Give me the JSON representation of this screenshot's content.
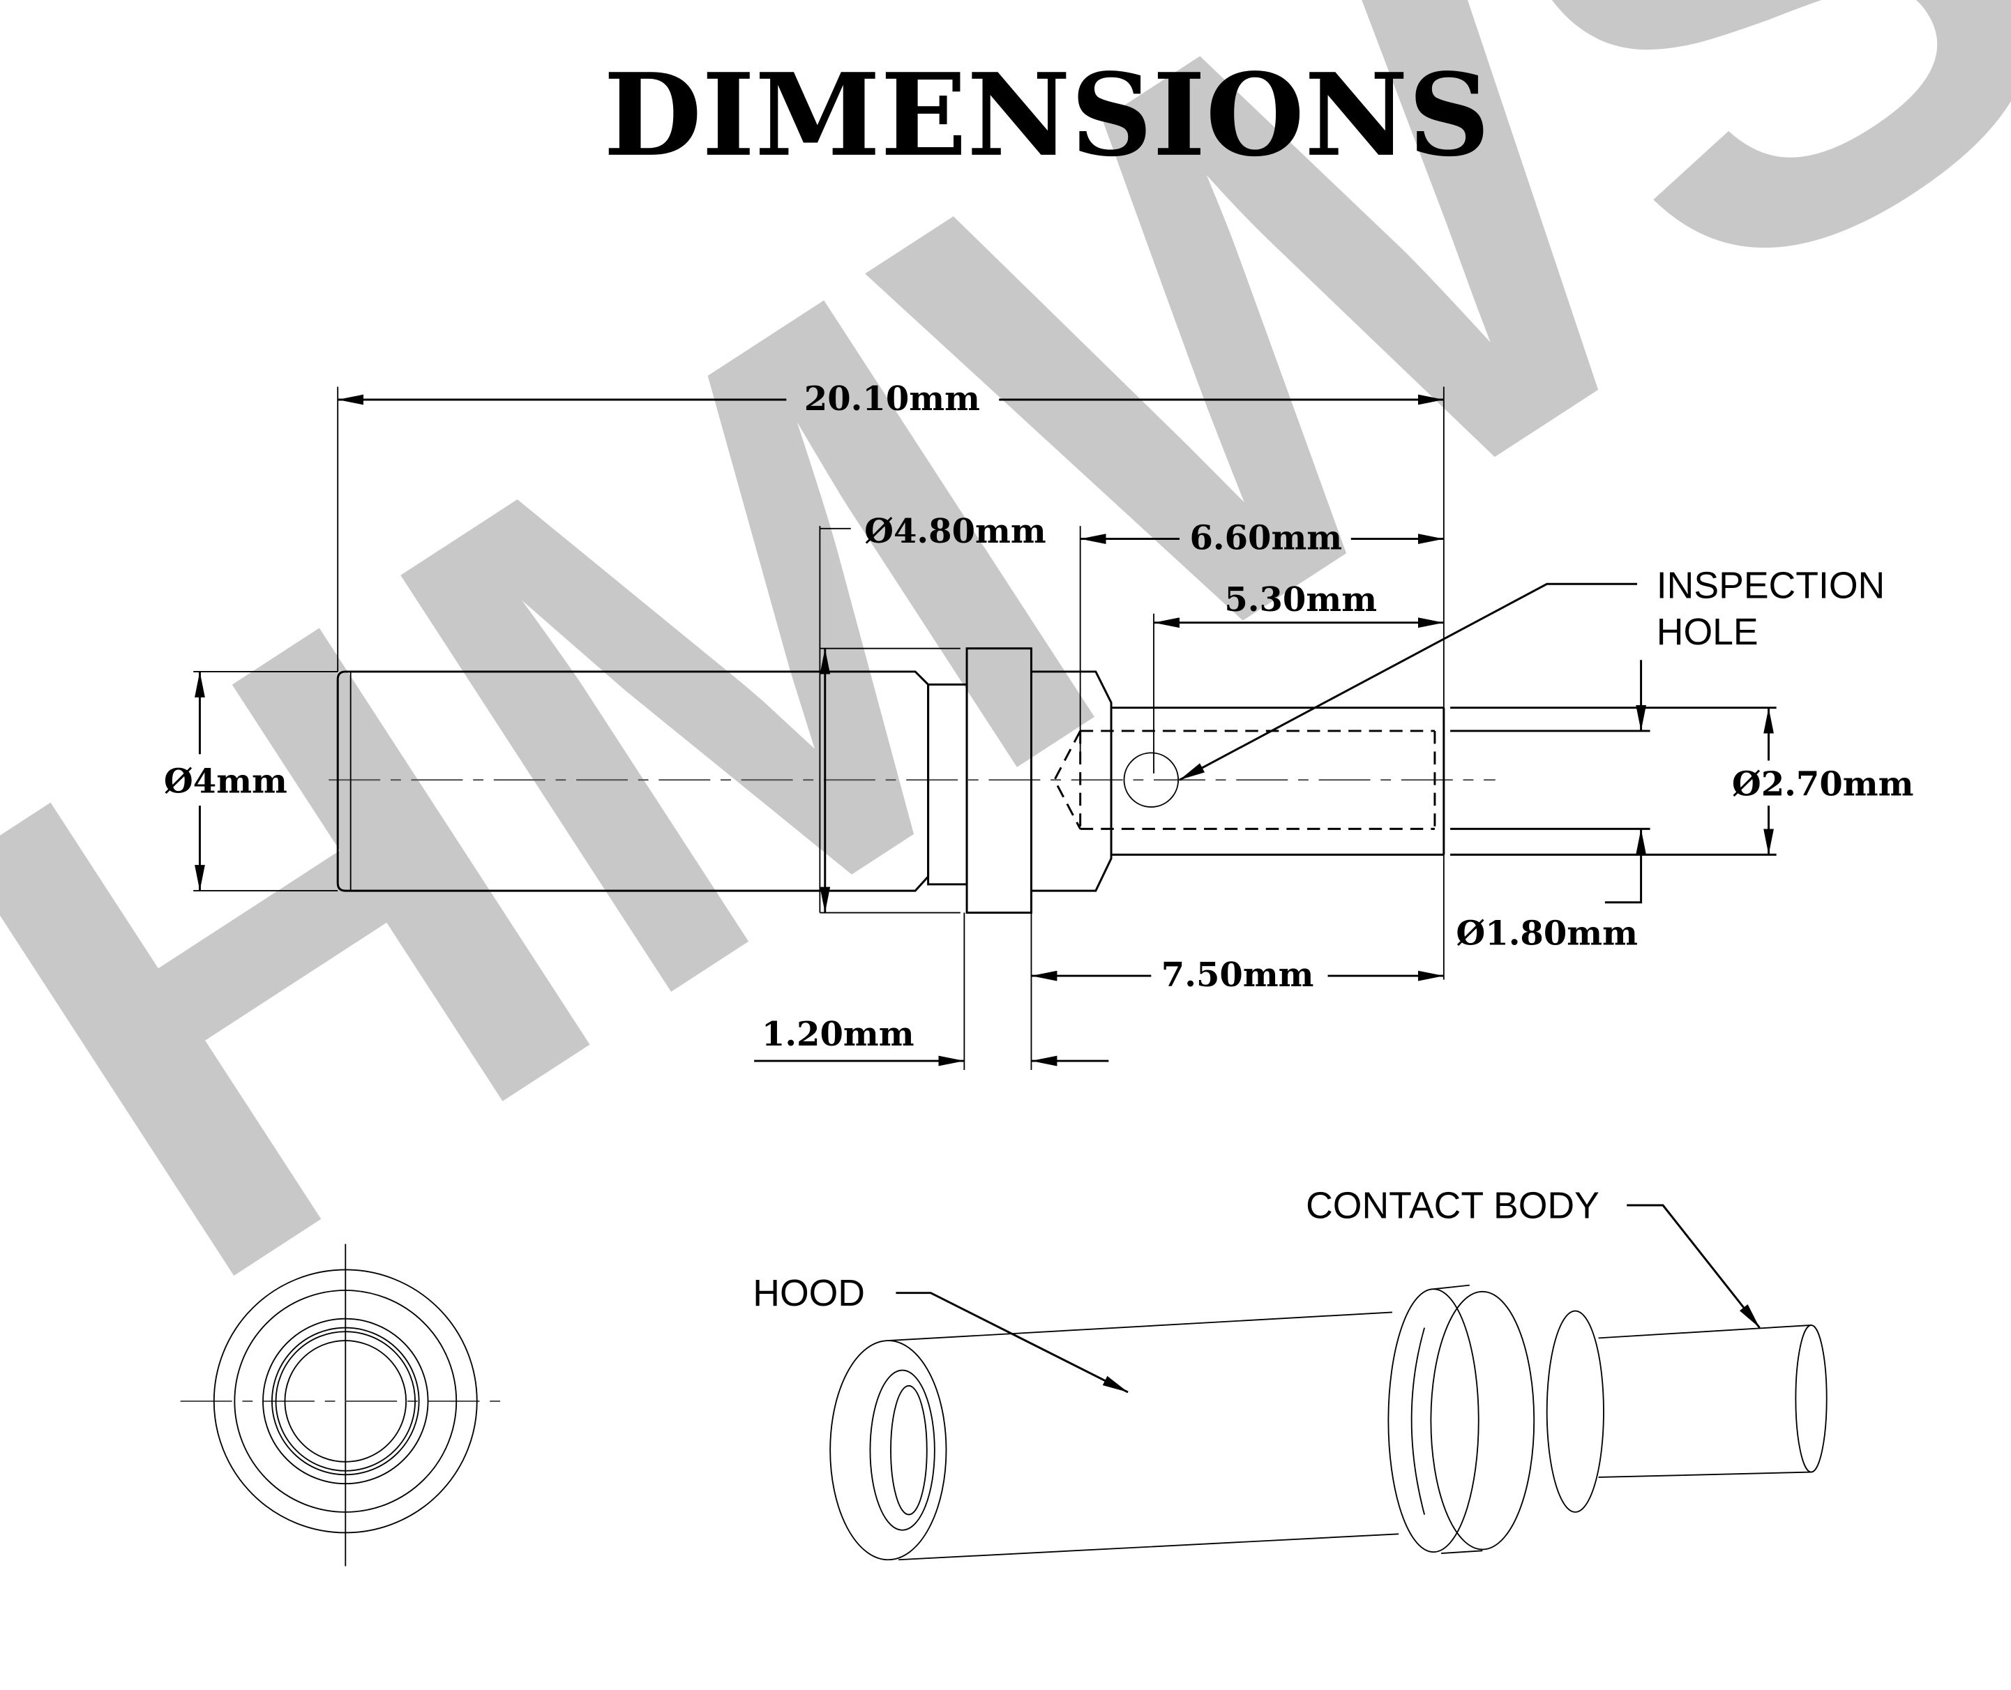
{
  "title": "DIMENSIONS",
  "watermark": "HMWS",
  "dimensions": {
    "overall_length": "20.10mm",
    "flange_diameter": "Ø4.80mm",
    "hood_diameter": "Ø4mm",
    "length_6_60": "6.60mm",
    "length_5_30": "5.30mm",
    "pin_outer_diameter": "Ø2.70mm",
    "pin_inner_diameter": "Ø1.80mm",
    "length_7_50": "7.50mm",
    "flange_thickness": "1.20mm"
  },
  "callouts": {
    "inspection_line1": "INSPECTION",
    "inspection_line2": "HOLE",
    "hood": "HOOD",
    "contact_body": "CONTACT BODY"
  },
  "colors": {
    "watermark": "#c8c8c8",
    "ink": "#000000"
  }
}
